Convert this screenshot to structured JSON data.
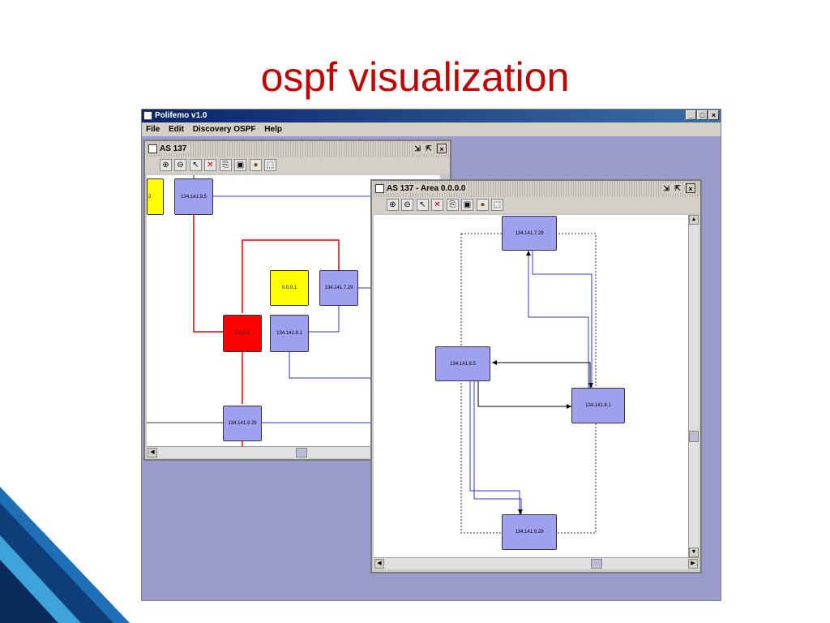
{
  "slide": {
    "title": "ospf visualization"
  },
  "app": {
    "title": "Polifemo v1.0",
    "controls": [
      "_",
      "□",
      "×"
    ],
    "menu": [
      "File",
      "Edit",
      "Discovery OSPF",
      "Help"
    ]
  },
  "win_as": {
    "title": "AS 137",
    "nodes": {
      "partial": "2",
      "n1": "134.141.9.5",
      "area": "0.0.0.1",
      "n2": "134.141.7.29",
      "backbone": "0.0.0.0",
      "n3": "134.141.8.1",
      "n4": "134.141.9.29"
    }
  },
  "win_area": {
    "title": "AS 137 - Area 0.0.0.0",
    "nodes": {
      "a1": "134.141.7.29",
      "a2": "134.141.9.5",
      "a3": "134.141.8.1",
      "a4": "134.141.9.29"
    }
  },
  "toolbar_icons": [
    "zoom-in-icon",
    "zoom-out-icon",
    "pointer-icon",
    "delete-icon",
    "copy-icon",
    "window-icon",
    "paint-icon",
    "select-icon"
  ],
  "colors": {
    "title_red": "#c00000",
    "node_blue": "#a0a0f0",
    "desktop": "#9c9ccc",
    "area_yellow": "#ffff00",
    "backbone_red": "#ff0000",
    "link_blue": "#3333cc"
  }
}
